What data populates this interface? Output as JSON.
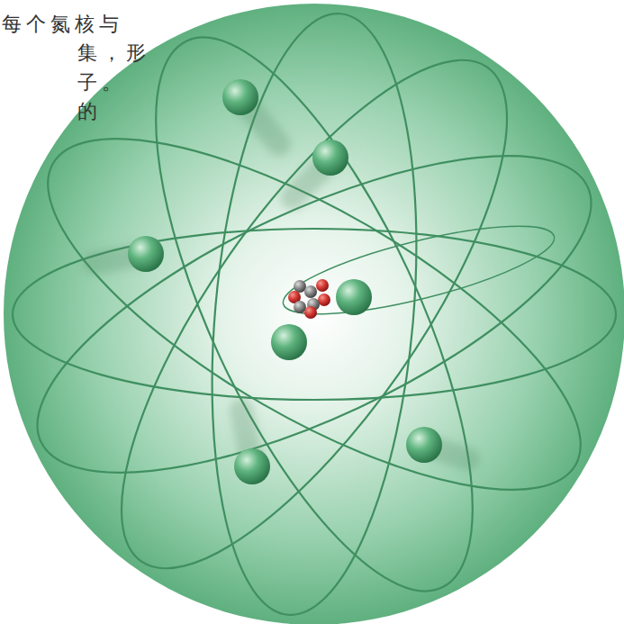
{
  "diagram": {
    "labels": [
      "每个氮核与",
      "集，形",
      "子。",
      "的"
    ]
  }
}
